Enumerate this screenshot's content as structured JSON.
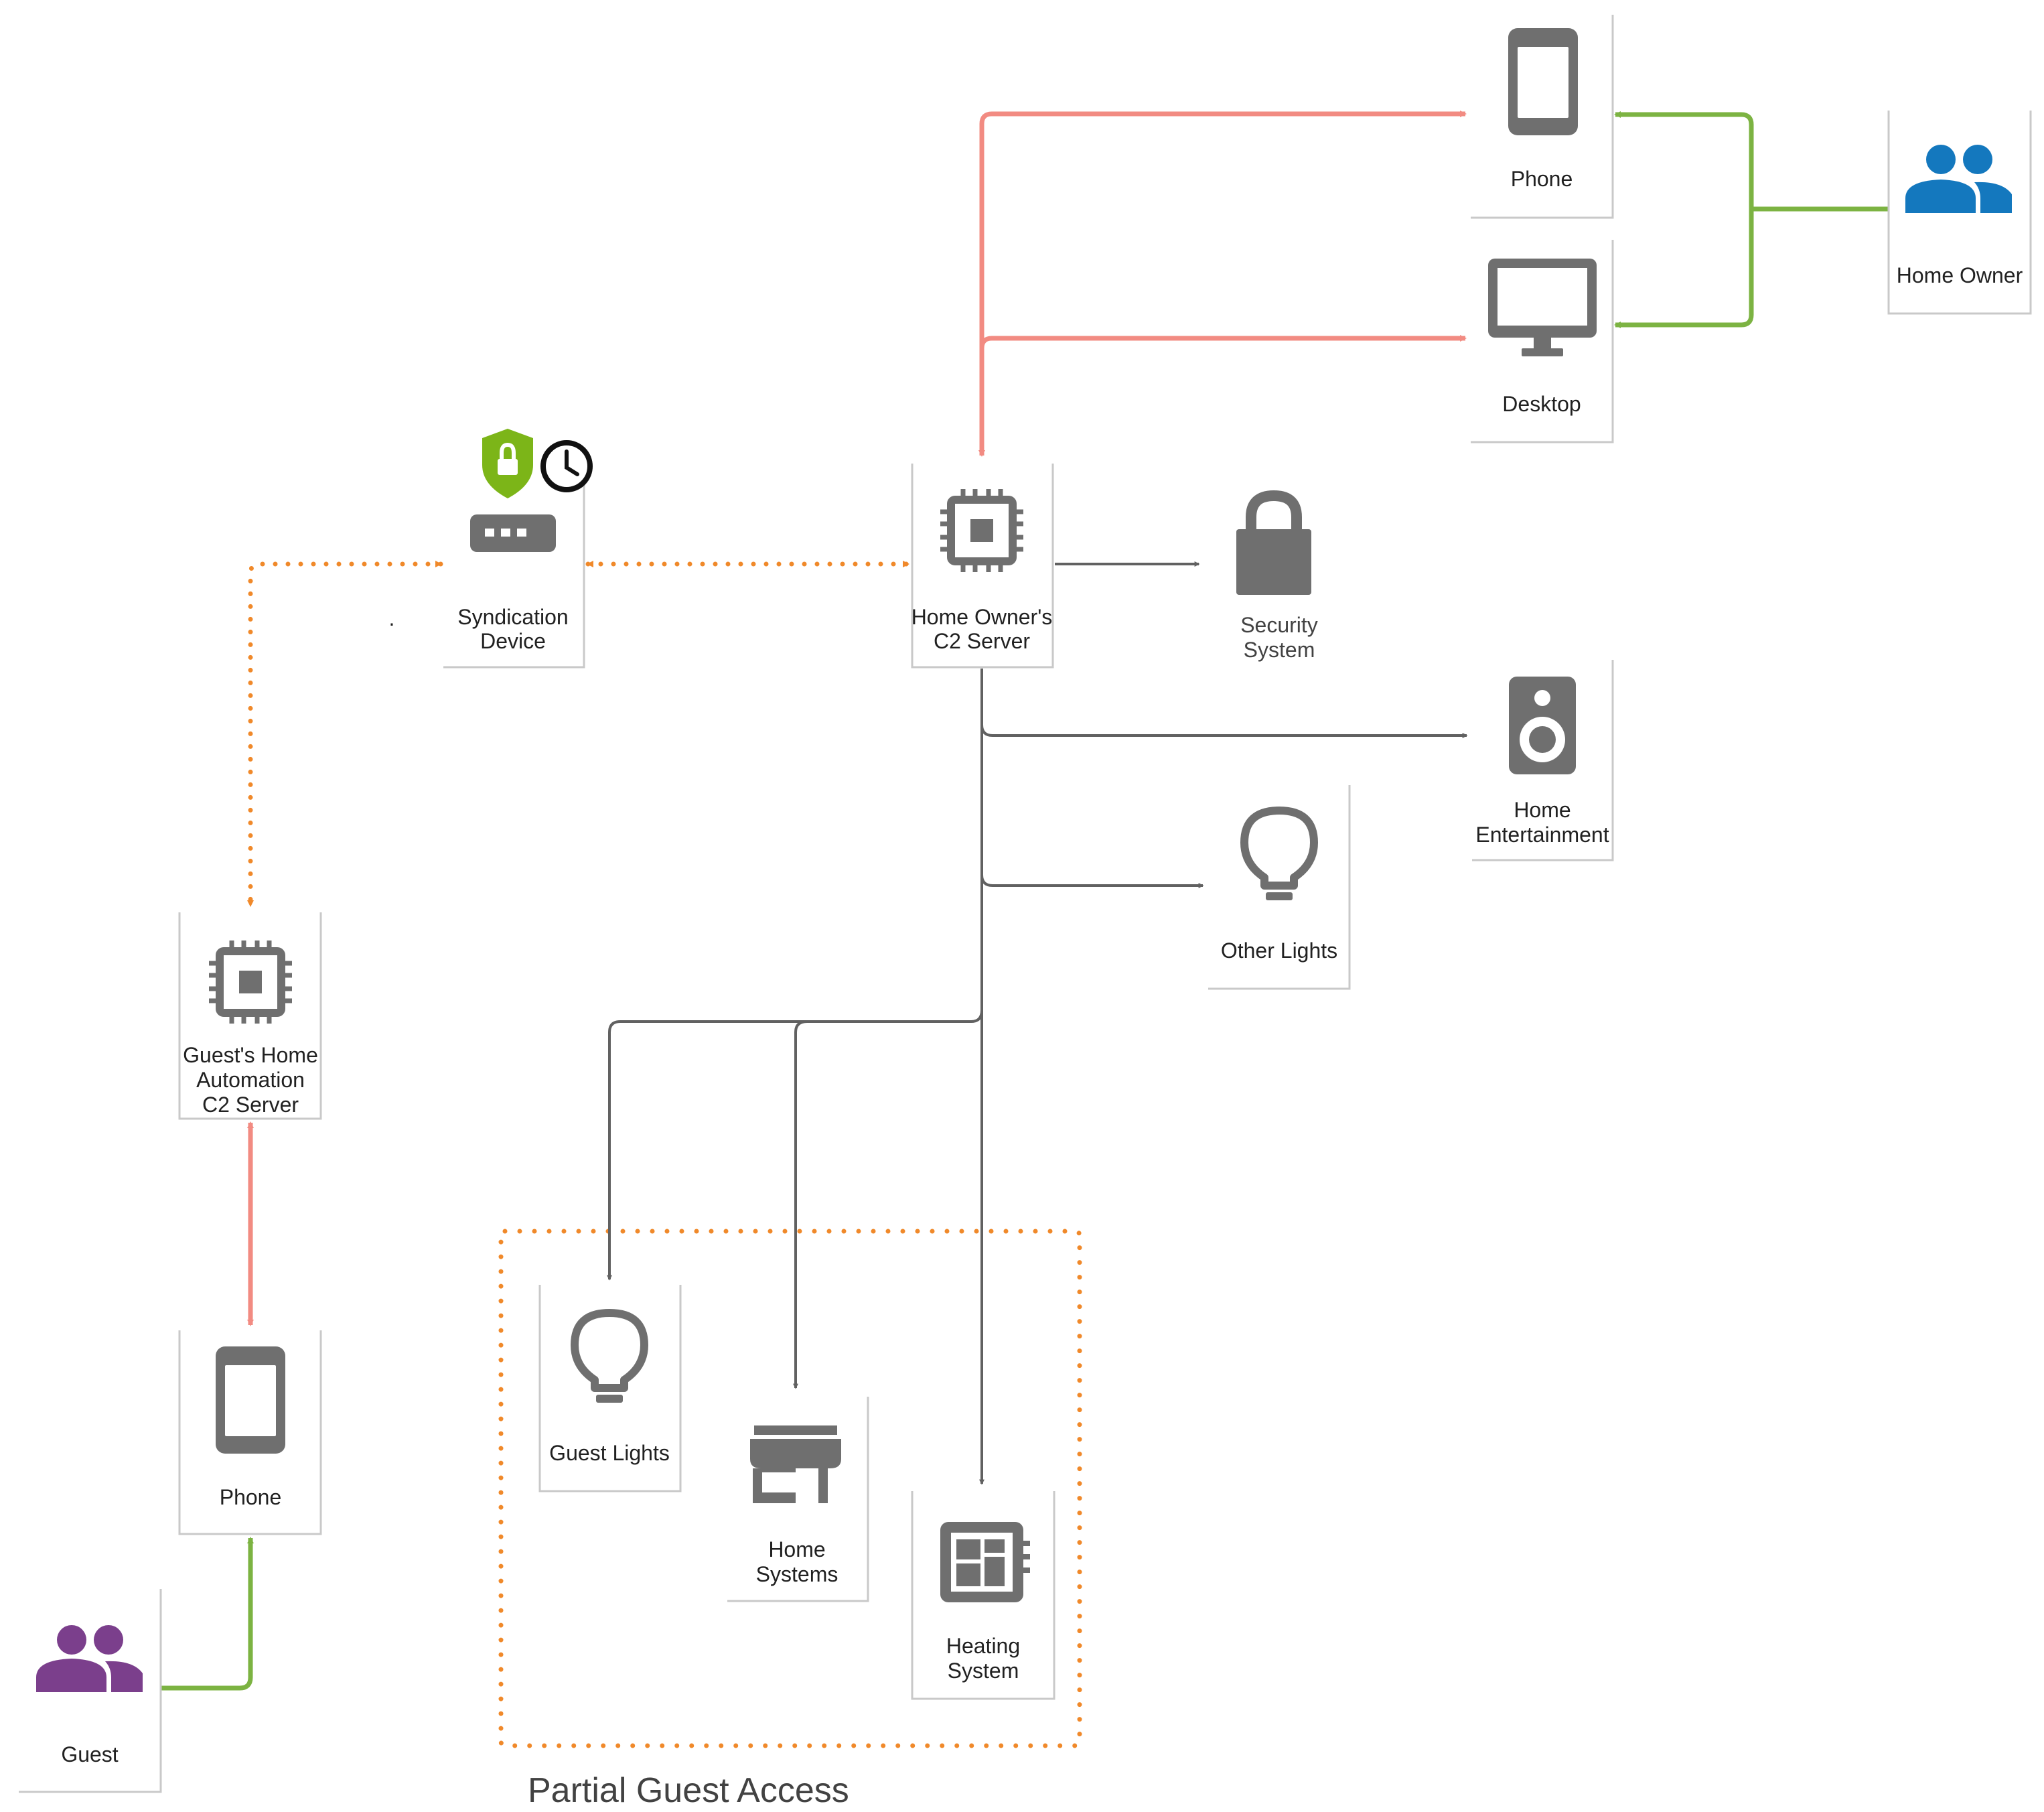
{
  "diagram": {
    "caption": "Partial Guest Access",
    "stray_mark": ".",
    "colors": {
      "pink": "#F28B82",
      "green": "#7CB342",
      "orange": "#F0892A",
      "grey": "#616161",
      "icon_grey": "#6F6F6F",
      "home_owner_blue": "#1478BE",
      "guest_purple": "#7B3F8C",
      "shield_green": "#7CB518"
    },
    "nodes": {
      "home_owner": {
        "icon": "people-icon",
        "label": [
          "Home Owner"
        ]
      },
      "owner_phone": {
        "icon": "phone-icon",
        "label": [
          "Phone"
        ]
      },
      "owner_desktop": {
        "icon": "desktop-icon",
        "label": [
          "Desktop"
        ]
      },
      "owner_c2": {
        "icon": "chip-icon",
        "label": [
          "Home Owner's",
          "C2 Server"
        ]
      },
      "syndication": {
        "icon": "router-icon",
        "label": [
          "Syndication",
          "Device"
        ],
        "badges": [
          "shield-lock-icon",
          "clock-icon"
        ]
      },
      "security": {
        "icon": "lock-icon",
        "label": [
          "Security",
          "System"
        ]
      },
      "entertainment": {
        "icon": "speaker-icon",
        "label": [
          "Home",
          "Entertainment"
        ]
      },
      "other_lights": {
        "icon": "bulb-icon",
        "label": [
          "Other Lights"
        ]
      },
      "guest_c2": {
        "icon": "chip-icon",
        "label": [
          "Guest's Home",
          "Automation",
          "C2 Server"
        ]
      },
      "guest_phone": {
        "icon": "phone-icon",
        "label": [
          "Phone"
        ]
      },
      "guest": {
        "icon": "people-icon",
        "label": [
          "Guest"
        ]
      },
      "guest_lights": {
        "icon": "bulb-icon",
        "label": [
          "Guest Lights"
        ]
      },
      "home_systems": {
        "icon": "store-icon",
        "label": [
          "Home",
          "Systems"
        ]
      },
      "heating": {
        "icon": "dashboard-icon",
        "label": [
          "Heating",
          "System"
        ]
      }
    }
  }
}
